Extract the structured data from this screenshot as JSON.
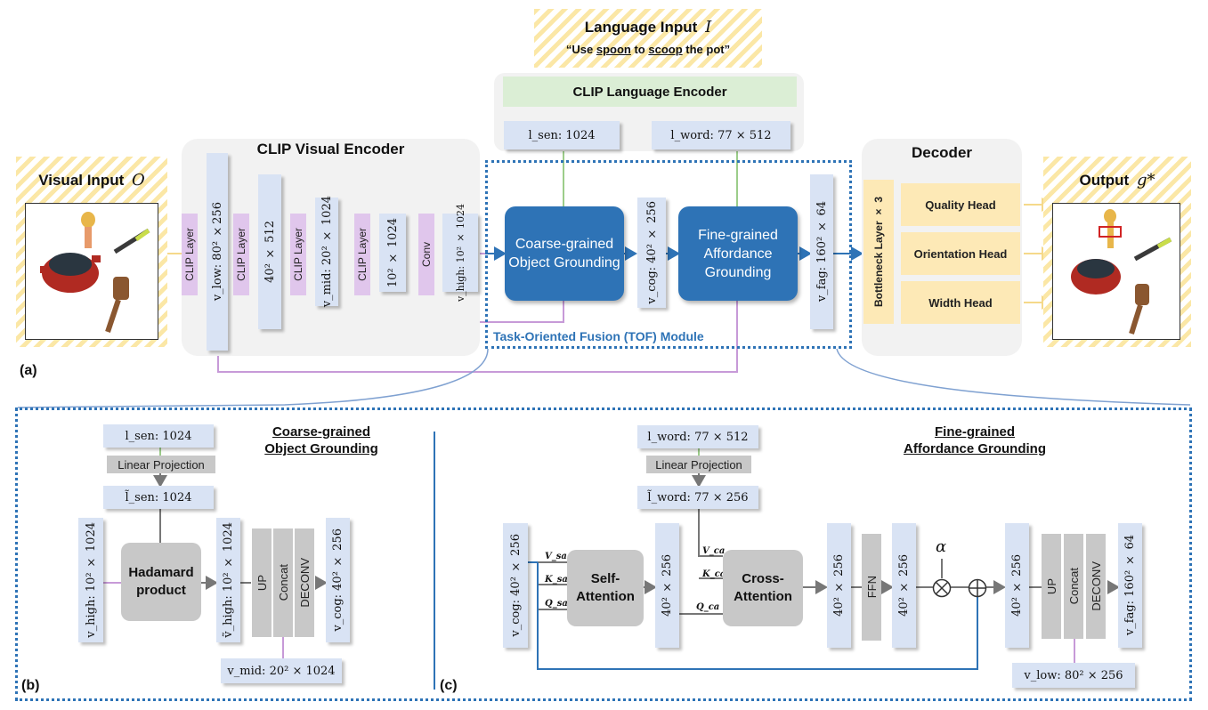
{
  "language_input": {
    "title": "Language Input",
    "symbol": "I",
    "quote_open": "“",
    "prefix": "Use ",
    "object_word": "spoon",
    "mid": " to ",
    "action_word": "scoop",
    "suffix": " the pot”"
  },
  "clip_language_encoder": {
    "title": "CLIP Language Encoder",
    "l_sen": "l_sen: 1024",
    "l_word": "l_word: 77 × 512"
  },
  "visual_input": {
    "title": "Visual Input",
    "symbol": "O"
  },
  "clip_visual_encoder": {
    "title": "CLIP Visual Encoder",
    "clip_layer": "CLIP Layer",
    "conv": "Conv",
    "v_low": "v_low: 80² ×256",
    "f2": "40² × 512",
    "v_mid": "v_mid: 20² × 1024",
    "f4": "10² × 1024",
    "v_high": "v_high: 10² × 1024"
  },
  "tof": {
    "title": "Task-Oriented Fusion (TOF) Module",
    "coarse": "Coarse-grained Object Grounding",
    "v_cog": "v_cog: 40² × 256",
    "fine": "Fine-grained Affordance Grounding",
    "v_fag": "v_fag: 160² × 64"
  },
  "decoder": {
    "title": "Decoder",
    "bottleneck": "Bottleneck Layer × 3",
    "heads": [
      "Quality Head",
      "Orientation Head",
      "Width Head"
    ]
  },
  "output": {
    "title": "Output",
    "symbol": "g*"
  },
  "panel_labels": {
    "a": "(a)",
    "b": "(b)",
    "c": "(c)"
  },
  "panel_b": {
    "title_line1": "Coarse-grained",
    "title_line2": "Object Grounding",
    "l_sen": "l_sen: 1024",
    "linear": "Linear Projection",
    "l_sen_tilde": "l̃_sen: 1024",
    "v_high": "v_high: 10² × 1024",
    "hadamard": "Hadamard product",
    "v_high_tilde": "ṽ_high: 10² × 1024",
    "up": "UP",
    "concat": "Concat",
    "deconv": "DECONV",
    "v_cog": "v_cog: 40² × 256",
    "v_mid": "v_mid: 20² × 1024"
  },
  "panel_c": {
    "title_line1": "Fine-grained",
    "title_line2": "Affordance Grounding",
    "l_word": "l_word: 77 × 512",
    "linear": "Linear Projection",
    "l_word_tilde": "l̃_word: 77 × 256",
    "v_cog": "v_cog: 40² × 256",
    "v_sa": "V_sa",
    "k_sa": "K_sa",
    "q_sa": "Q_sa",
    "self_attention": "Self-Attention",
    "f1": "40² × 256",
    "v_ca": "V_ca",
    "k_ca": "K_ca",
    "q_ca": "Q_ca",
    "cross_attention": "Cross-Attention",
    "f2": "40² × 256",
    "ffn": "FFN",
    "f3": "40² × 256",
    "alpha": "α",
    "f4": "40² × 256",
    "up": "UP",
    "concat": "Concat",
    "deconv": "DECONV",
    "v_fag": "v_fag: 160² × 64",
    "v_low": "v_low: 80² × 256"
  },
  "colors": {
    "blue": "#2e73b6",
    "feature": "#d9e3f4",
    "clip_layer": "#e0c6ec",
    "head": "#fde9b6",
    "lang_encoder": "#dbeed5",
    "purple_line": "#c79ad8",
    "green_line": "#9ccd8a"
  }
}
